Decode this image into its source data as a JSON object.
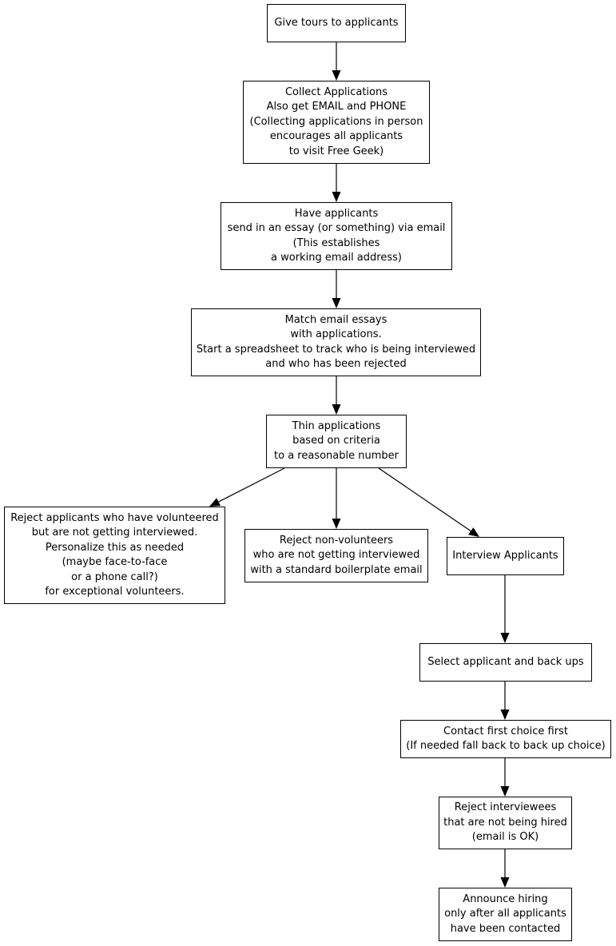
{
  "colors": {
    "line": "#000000",
    "text": "#000000",
    "background": "#ffffff"
  },
  "nodes": {
    "give_tours": {
      "lines": [
        "Give tours to applicants"
      ]
    },
    "collect_applications": {
      "lines": [
        "Collect Applications",
        "Also get EMAIL and PHONE",
        "(Collecting applications in person",
        "encourages all applicants",
        "to visit Free Geek)"
      ]
    },
    "email_essay": {
      "lines": [
        "Have applicants",
        "send in an essay (or something) via email",
        "(This establishes",
        "a working email address)"
      ]
    },
    "match_essays": {
      "lines": [
        "Match email essays",
        "with applications.",
        "Start a spreadsheet to track who is being interviewed",
        "and who has been rejected"
      ]
    },
    "thin_applications": {
      "lines": [
        "Thin applications",
        "based on criteria",
        "to a reasonable number"
      ]
    },
    "reject_volunteers": {
      "lines": [
        "Reject applicants who have volunteered",
        "but are not getting interviewed.",
        "Personalize this as needed",
        "(maybe face-to-face",
        "or a phone call?)",
        "for exceptional volunteers."
      ]
    },
    "reject_nonvolunteers": {
      "lines": [
        "Reject non-volunteers",
        "who are not getting interviewed",
        "with a standard boilerplate email"
      ]
    },
    "interview": {
      "lines": [
        "Interview Applicants"
      ]
    },
    "select_applicant": {
      "lines": [
        "Select applicant and back ups"
      ]
    },
    "contact_first": {
      "lines": [
        "Contact first choice first",
        "(If needed fall back to back up choice)"
      ]
    },
    "reject_interviewees": {
      "lines": [
        "Reject interviewees",
        "that are not being hired",
        "(email is OK)"
      ]
    },
    "announce_hiring": {
      "lines": [
        "Announce hiring",
        "only after all applicants",
        "have been contacted"
      ]
    }
  },
  "edges": [
    {
      "from": "give_tours",
      "to": "collect_applications"
    },
    {
      "from": "collect_applications",
      "to": "email_essay"
    },
    {
      "from": "email_essay",
      "to": "match_essays"
    },
    {
      "from": "match_essays",
      "to": "thin_applications"
    },
    {
      "from": "thin_applications",
      "to": "reject_volunteers"
    },
    {
      "from": "thin_applications",
      "to": "reject_nonvolunteers"
    },
    {
      "from": "thin_applications",
      "to": "interview"
    },
    {
      "from": "interview",
      "to": "select_applicant"
    },
    {
      "from": "select_applicant",
      "to": "contact_first"
    },
    {
      "from": "contact_first",
      "to": "reject_interviewees"
    },
    {
      "from": "reject_interviewees",
      "to": "announce_hiring"
    }
  ]
}
